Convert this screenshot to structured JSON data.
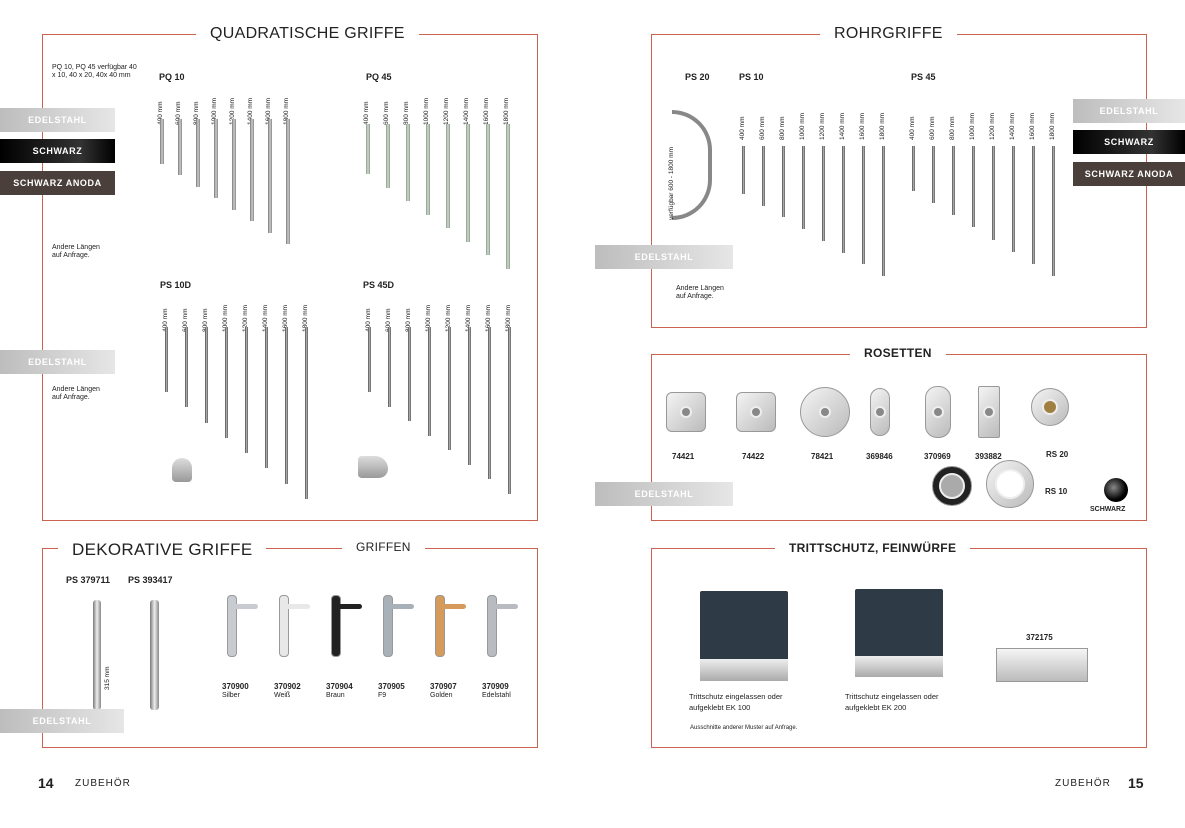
{
  "left_page": {
    "quadratische": {
      "title": "QUADRATISCHE GRIFFE",
      "note": "PQ 10, PQ 45 verfügbar 40 x 10, 40 x 20, 40x 40  mm",
      "other_lengths": "Andere Längen auf Anfrage.",
      "other_lengths2": "Andere Längen auf Anfrage.",
      "groups": [
        {
          "label": "PQ 10",
          "lengths": [
            "400 mm",
            "600 mm",
            "800 mm",
            "1000 mm",
            "1200 mm",
            "1400 mm",
            "1600 mm",
            "1800 mm"
          ]
        },
        {
          "label": "PQ 45",
          "lengths": [
            "400 mm",
            "600 mm",
            "800 mm",
            "1000 mm",
            "1200 mm",
            "1400 mm",
            "1600 mm",
            "1800 mm"
          ]
        },
        {
          "label": "PS 10D",
          "lengths": [
            "400 mm",
            "600 mm",
            "800 mm",
            "1000 mm",
            "1200 mm",
            "1400 mm",
            "1600 mm",
            "1800 mm"
          ]
        },
        {
          "label": "PS 45D",
          "lengths": [
            "400 mm",
            "600 mm",
            "800 mm",
            "1000 mm",
            "1200 mm",
            "1400 mm",
            "1600 mm",
            "1800 mm"
          ]
        }
      ],
      "tags": [
        "EDELSTAHL",
        "SCHWARZ",
        "SCHWARZ ANODA",
        "EDELSTAHL"
      ]
    },
    "dekorative": {
      "title": "DEKORATIVE GRIFFE",
      "griffen_title": "GRIFFEN",
      "ps1": "PS 379711",
      "ps2": "PS 393417",
      "height": "315 mm",
      "tag": "EDELSTAHL",
      "levers": [
        {
          "code": "370900",
          "color": "Silber",
          "hex": "#c8ccd0"
        },
        {
          "code": "370902",
          "color": "Weiß",
          "hex": "#e8e8e8"
        },
        {
          "code": "370904",
          "color": "Braun",
          "hex": "#222222"
        },
        {
          "code": "370905",
          "color": "F9",
          "hex": "#a8b0b8"
        },
        {
          "code": "370907",
          "color": "Golden",
          "hex": "#d69a5a"
        },
        {
          "code": "370909",
          "color": "Edelstahl",
          "hex": "#b8bcc0"
        }
      ]
    },
    "footer": {
      "page": "14",
      "label": "ZUBEHÖR"
    }
  },
  "right_page": {
    "rohrgriffe": {
      "title": "ROHRGRIFFE",
      "ps20": "PS 20",
      "ps20_note": "verfügbar 600 - 1800 mm",
      "other_lengths": "Andere Längen auf Anfrage.",
      "tag_left": "EDELSTAHL",
      "groups": [
        {
          "label": "PS 10",
          "lengths": [
            "400 mm",
            "600 mm",
            "800 mm",
            "1000 mm",
            "1200 mm",
            "1400 mm",
            "1600 mm",
            "1800 mm"
          ]
        },
        {
          "label": "PS 45",
          "lengths": [
            "400 mm",
            "600 mm",
            "800 mm",
            "1000 mm",
            "1200 mm",
            "1400 mm",
            "1600 mm",
            "1800 mm"
          ]
        }
      ],
      "tags": [
        "EDELSTAHL",
        "SCHWARZ",
        "SCHWARZ ANODA"
      ]
    },
    "rosetten": {
      "title": "ROSETTEN",
      "codes": [
        "74421",
        "74422",
        "78421",
        "369846",
        "370969",
        "393882"
      ],
      "rs20": "RS 20",
      "rs10": "RS 10",
      "schwarz": "SCHWARZ",
      "tag": "EDELSTAHL"
    },
    "trittschutz": {
      "title": "TRITTSCHUTZ, FEINWÜRFE",
      "ek100": "Trittschutz eingelassen oder aufgeklebt EK 100",
      "ek200": "Trittschutz eingelassen oder aufgeklebt EK 200",
      "code": "372175",
      "note": "Ausschnitte anderer Muster auf Anfrage."
    },
    "footer": {
      "page": "15",
      "label": "ZUBEHÖR"
    }
  }
}
